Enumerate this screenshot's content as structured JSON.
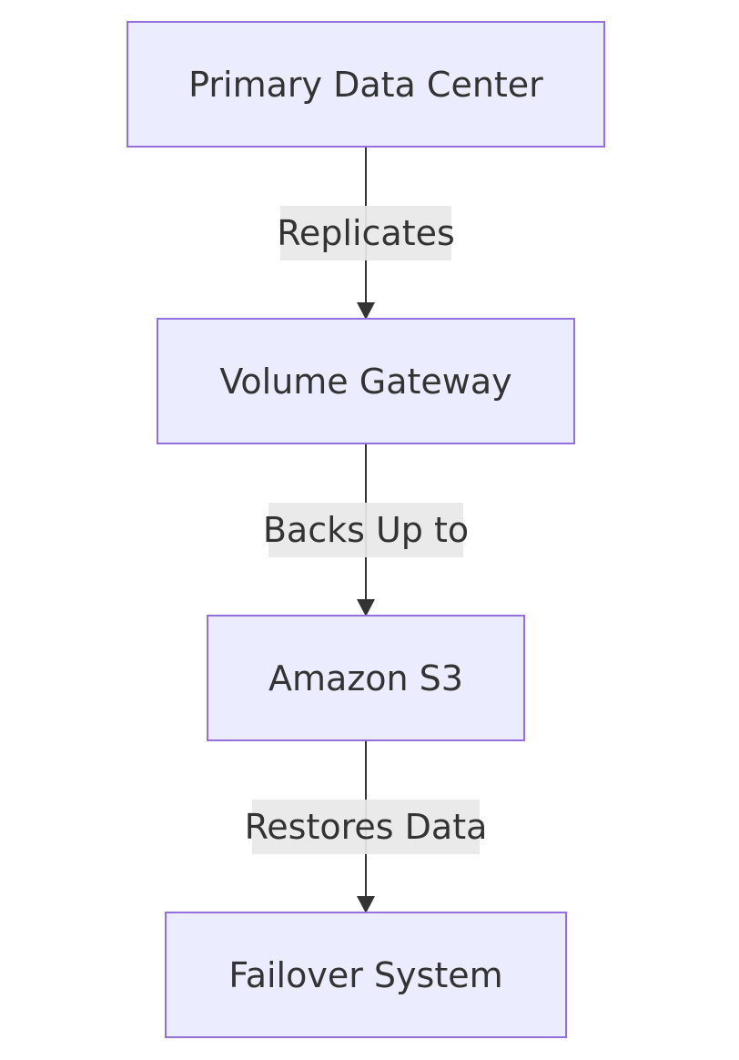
{
  "diagram": {
    "nodes": [
      {
        "id": "primary",
        "label": "Primary Data Center"
      },
      {
        "id": "gateway",
        "label": "Volume Gateway"
      },
      {
        "id": "s3",
        "label": "Amazon S3"
      },
      {
        "id": "failover",
        "label": "Failover System"
      }
    ],
    "edges": [
      {
        "from": "primary",
        "to": "gateway",
        "label": "Replicates"
      },
      {
        "from": "gateway",
        "to": "s3",
        "label": "Backs Up to"
      },
      {
        "from": "s3",
        "to": "failover",
        "label": "Restores Data"
      }
    ],
    "colors": {
      "node_fill": "#ECECFF",
      "node_border": "#9370DB",
      "edge": "#333333",
      "label_bg": "#E8E8E8",
      "text": "#333333"
    }
  }
}
